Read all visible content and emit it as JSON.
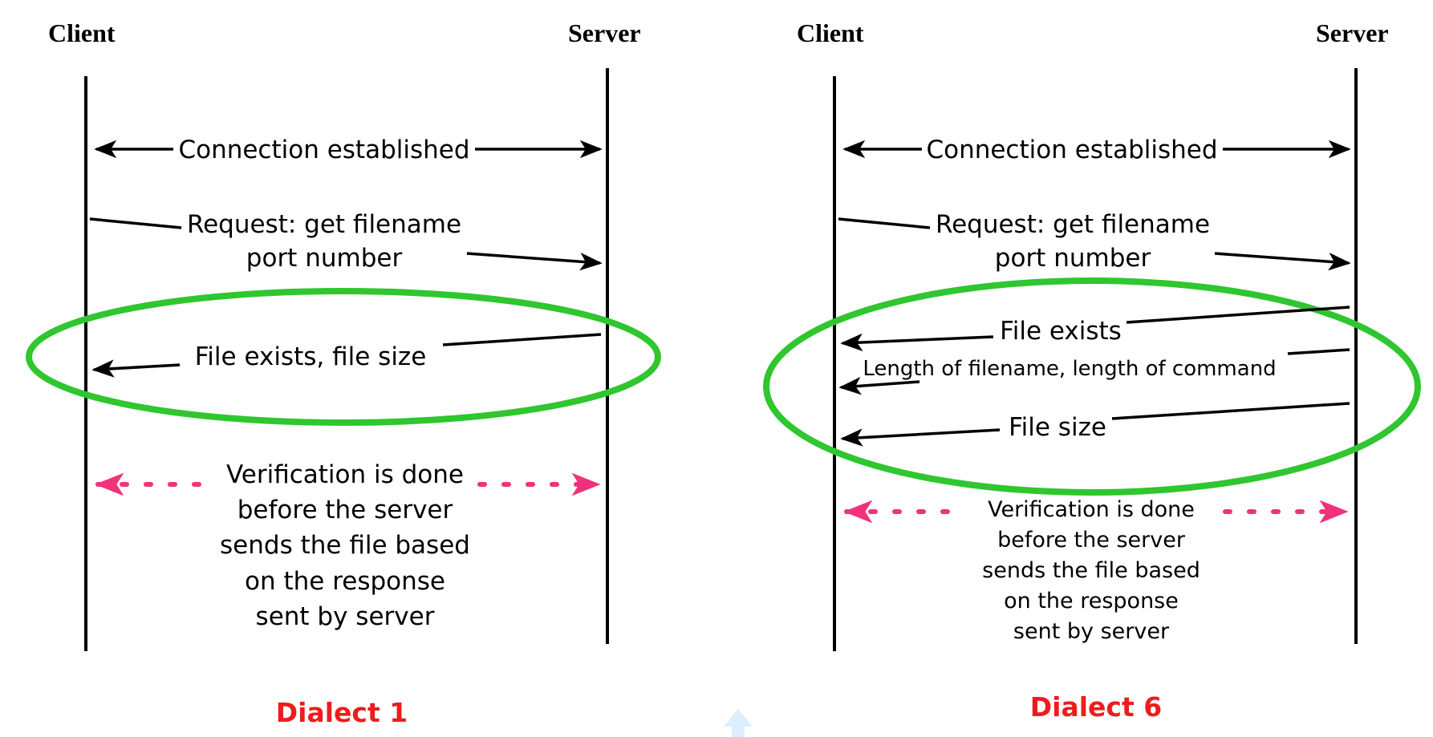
{
  "colors": {
    "ink": "#000000",
    "highlight": "#2fc62f",
    "verification": "#f0327a",
    "caption": "#ee1c1c",
    "faint_arrow": "#dceefc"
  },
  "panels": [
    {
      "client_label": "Client",
      "server_label": "Server",
      "connection": "Connection established",
      "request_line1": "Request: get filename",
      "request_line2": "port number",
      "responses": [
        "File exists, file size"
      ],
      "verification": [
        "Verification is done",
        "before the server",
        "sends the file based",
        "on the response",
        "sent by server"
      ],
      "caption": "Dialect 1"
    },
    {
      "client_label": "Client",
      "server_label": "Server",
      "connection": "Connection established",
      "request_line1": "Request: get filename",
      "request_line2": "port number",
      "responses": [
        "File exists",
        "Length of filename, length of command",
        "File size"
      ],
      "verification": [
        "Verification is done",
        "before the server",
        "sends the file based",
        "on the response",
        "sent by server"
      ],
      "caption": "Dialect 6"
    }
  ],
  "decorations": {
    "center_arrow_icon": "up-arrow-icon"
  }
}
